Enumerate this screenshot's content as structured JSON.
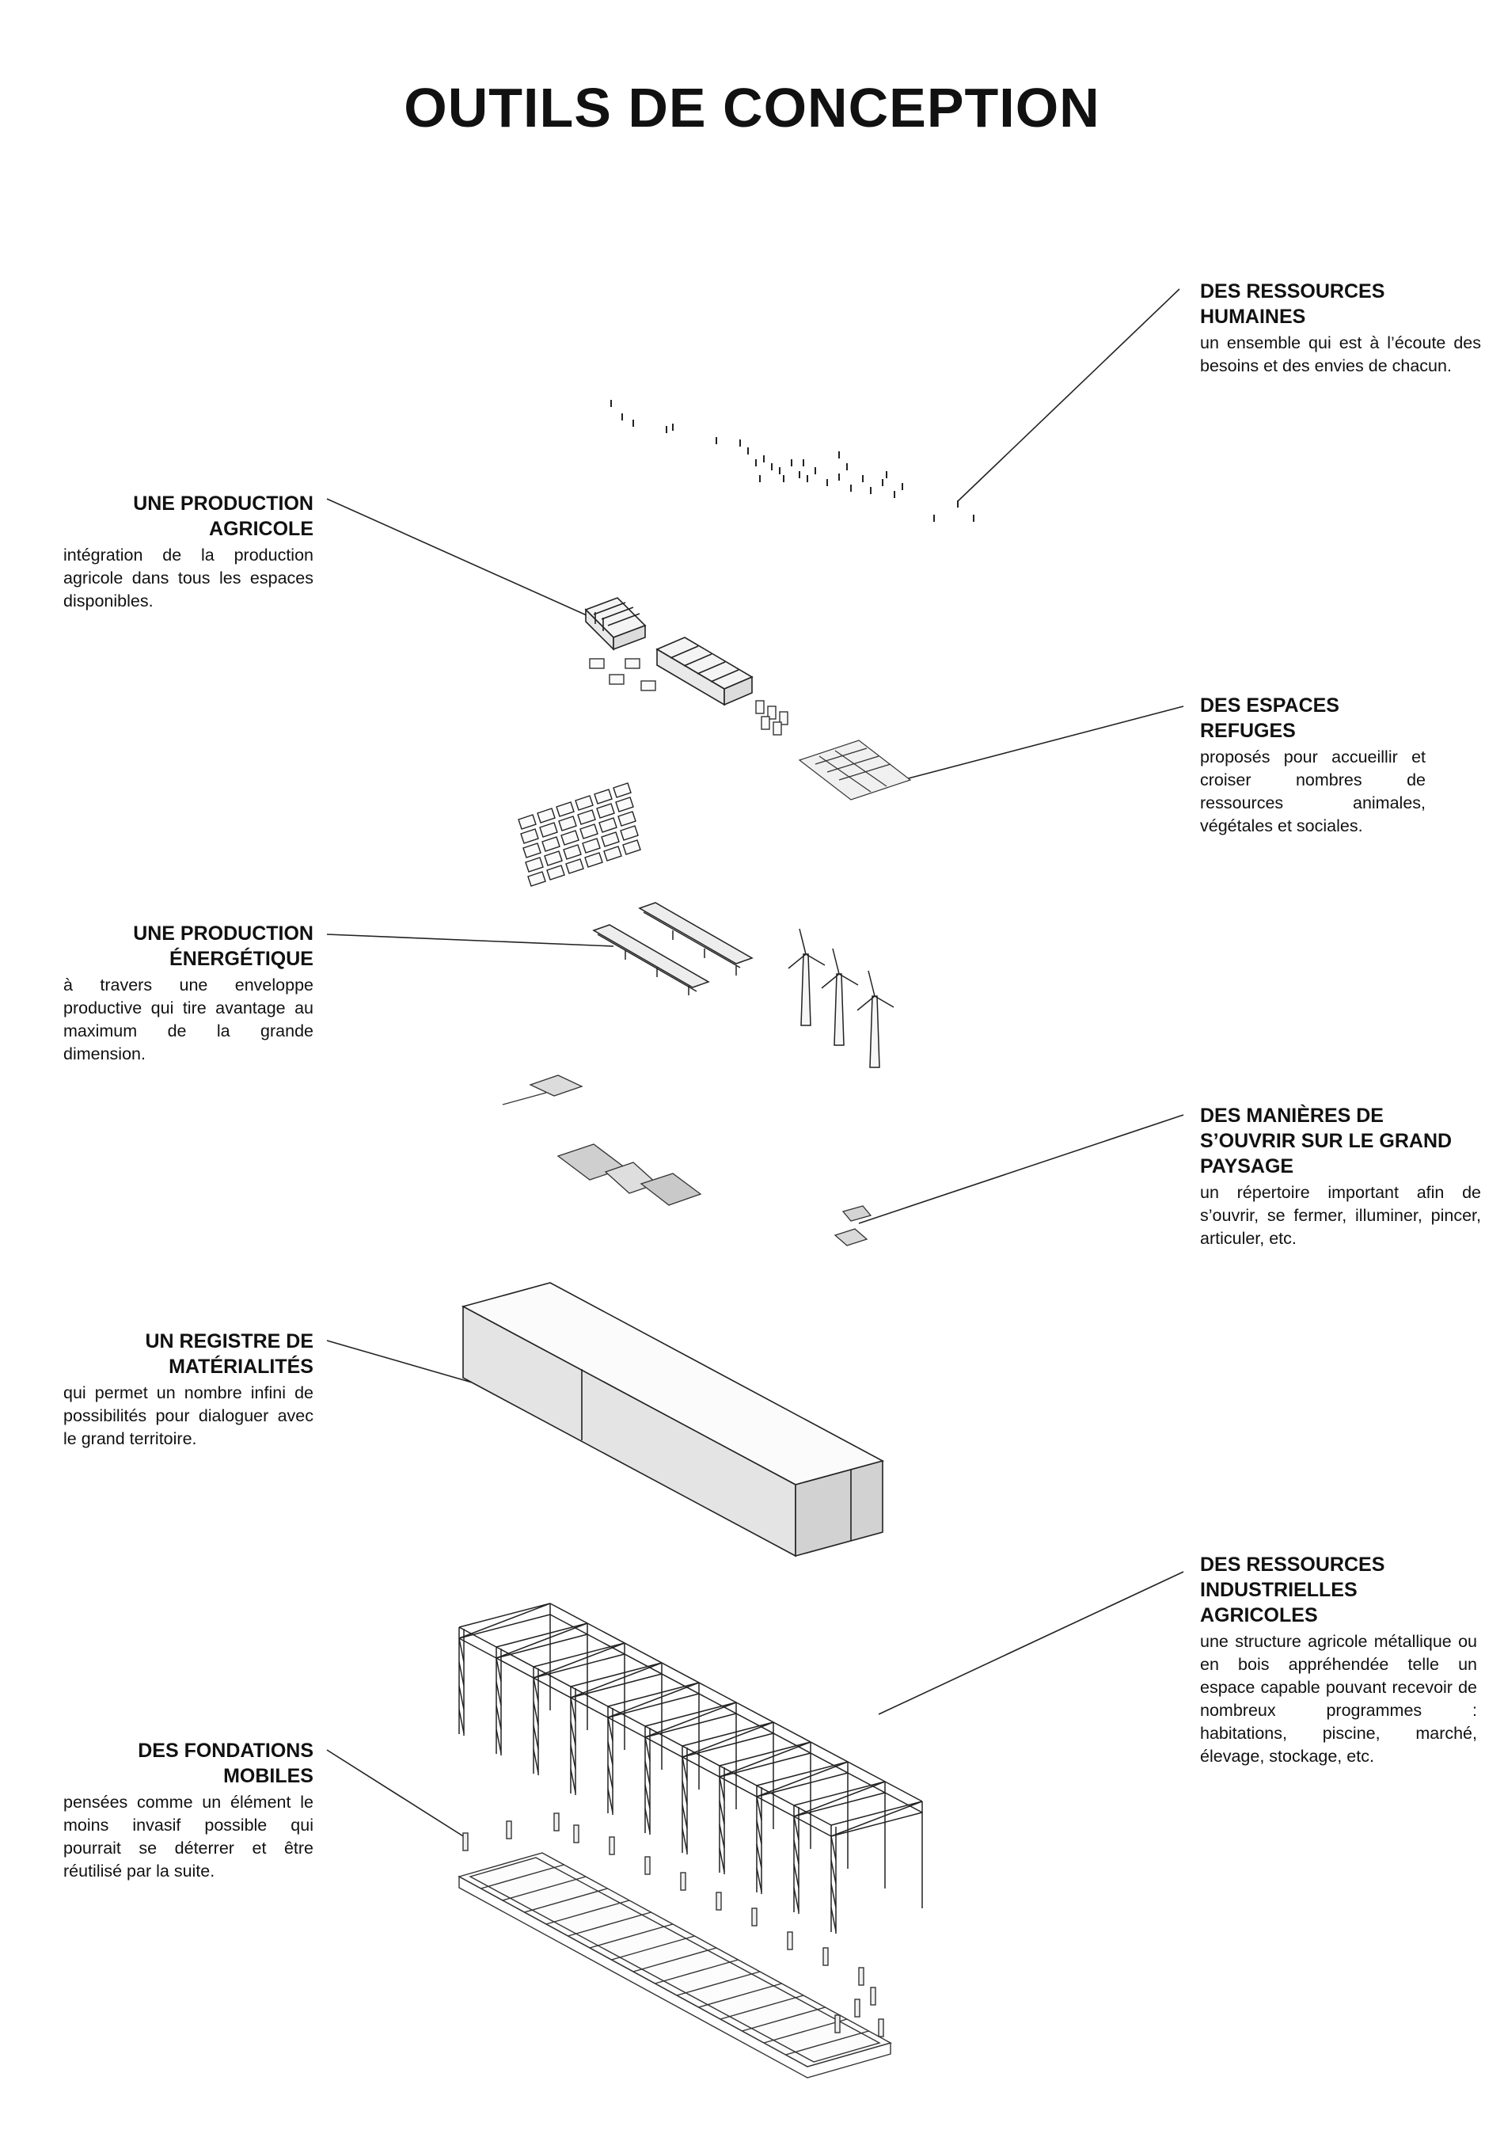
{
  "title": "OUTILS DE CONCEPTION",
  "annotations": [
    {
      "id": "ressources-humaines",
      "heading": "DES RESSOURCES HUMAINES",
      "text": "un ensemble qui est à l’écoute des besoins et des envies de chacun."
    },
    {
      "id": "production-agricole",
      "heading": "UNE PRODUCTION AGRICOLE",
      "text": "intégration de la production agricole dans tous les espaces disponibles."
    },
    {
      "id": "espaces-refuges",
      "heading": "DES ESPACES REFUGES",
      "text": "proposés pour accueillir et croiser nombres de ressources animales, végétales et sociales."
    },
    {
      "id": "production-energetique",
      "heading": "UNE PRODUCTION ÉNERGÉTIQUE",
      "text": "à travers une enveloppe productive qui tire avantage au maximum de la grande dimension."
    },
    {
      "id": "manieres-ouvrir",
      "heading": "DES MANIÈRES DE S’OUVRIR SUR LE GRAND PAYSAGE",
      "text": "un répertoire important afin de s’ouvrir, se fermer, illuminer, pincer, articuler, etc."
    },
    {
      "id": "registre-materialites",
      "heading": "UN REGISTRE DE MATÉRIALITÉS",
      "text": "qui permet un nombre infini de possibilités pour dialoguer avec le grand territoire."
    },
    {
      "id": "ressources-industrielles",
      "heading": "DES RESSOURCES INDUSTRIELLES AGRICOLES",
      "text": "une structure agricole métallique ou en bois appréhendée telle un espace capable pouvant recevoir de nombreux programmes : habitations, piscine, marché, élevage, stockage, etc."
    },
    {
      "id": "fondations-mobiles",
      "heading": "DES FONDATIONS MOBILES",
      "text": "pensées comme un élément le moins invasif possible qui pourrait se déterrer et être réutilisé par la suite."
    }
  ]
}
